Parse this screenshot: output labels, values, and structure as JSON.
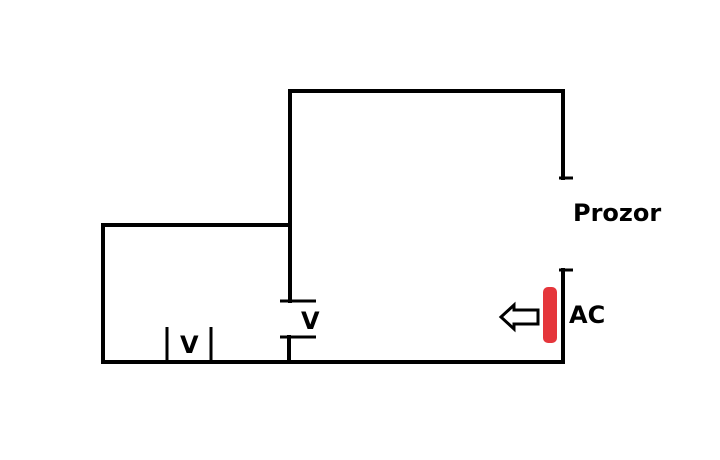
{
  "diagram": {
    "labels": {
      "prozor": "Prozor",
      "ac": "AC",
      "door_left": "V",
      "door_middle": "V"
    },
    "colors": {
      "wall": "#000000",
      "ac_unit": "#e5363b",
      "background": "#ffffff"
    },
    "icons": {
      "airflow": "arrow-left-outline"
    }
  }
}
